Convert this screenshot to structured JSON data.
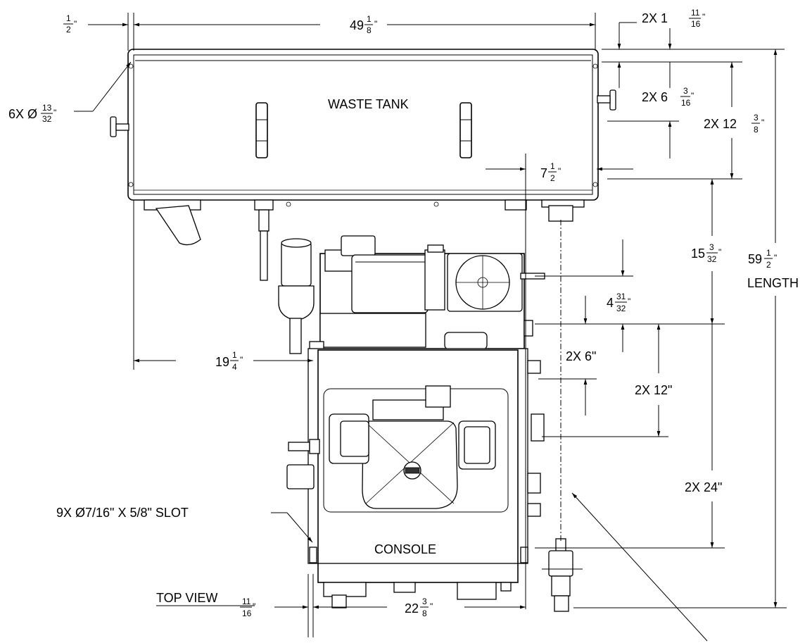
{
  "labels": {
    "waste_tank": "WASTE TANK",
    "console": "CONSOLE",
    "top_view": "TOP VIEW",
    "slot": "9X Ø7/16\" X 5/8\" SLOT",
    "hole_prefix": "6X Ø",
    "length": "LENGTH"
  },
  "dims": {
    "half": {
      "num": "1",
      "den": "2",
      "unit": "\""
    },
    "width_top": {
      "whole": "49",
      "num": "1",
      "den": "8",
      "unit": "\""
    },
    "top_offset": {
      "prefix": "2X 1",
      "num": "11",
      "den": "16",
      "unit": "\""
    },
    "hole_dia": {
      "num": "13",
      "den": "32",
      "unit": "\""
    },
    "inner_2x6": {
      "prefix": "2X 6",
      "num": "3",
      "den": "16",
      "unit": "\""
    },
    "inner_2x12": {
      "prefix": "2X 12",
      "num": "3",
      "den": "8",
      "unit": "\""
    },
    "seven_half": {
      "whole": "7",
      "num": "1",
      "den": "2",
      "unit": "\""
    },
    "fifteen": {
      "whole": "15",
      "num": "3",
      "den": "32",
      "unit": "\""
    },
    "length_total": {
      "whole": "59",
      "num": "1",
      "den": "2",
      "unit": "\""
    },
    "four": {
      "whole": "4",
      "num": "31",
      "den": "32",
      "unit": "\""
    },
    "nineteen": {
      "whole": "19",
      "num": "1",
      "den": "4",
      "unit": "\""
    },
    "two_x_6": "2X 6\"",
    "two_x_12": "2X 12\"",
    "two_x_24": "2X 24\"",
    "eleven_sixteenth": {
      "num": "11",
      "den": "16",
      "unit": "\""
    },
    "twenty_two": {
      "whole": "22",
      "num": "3",
      "den": "8",
      "unit": "\""
    }
  }
}
